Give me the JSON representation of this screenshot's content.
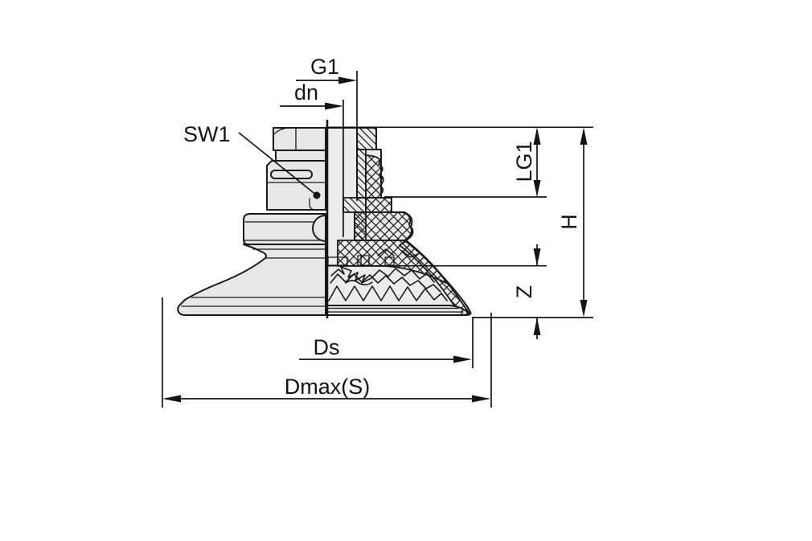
{
  "drawing": {
    "type": "technical half-section drawing of a bellows suction cup with fitting",
    "labels": {
      "g1": "G1",
      "dn": "dn",
      "sw1": "SW1",
      "lg1": "LG1",
      "h": "H",
      "z": "Z",
      "ds": "Ds",
      "dmax": "Dmax(S)"
    },
    "colors": {
      "background": "#ffffff",
      "line": "#1a1a1a",
      "part_fill": "#e7e7e7"
    }
  }
}
